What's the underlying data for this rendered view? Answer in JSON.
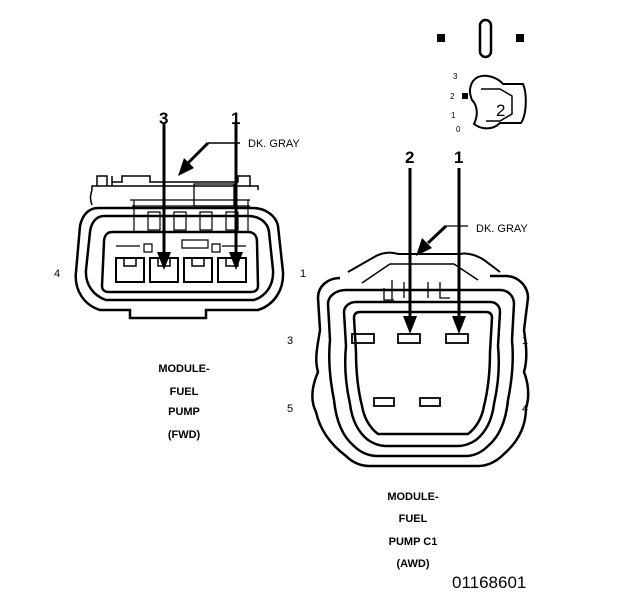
{
  "fwd_connector": {
    "color_label": "DK. GRAY",
    "arrow_labels": [
      "3",
      "1"
    ],
    "side_labels": [
      "4",
      "1"
    ],
    "caption": [
      "MODULE-",
      "FUEL",
      "PUMP",
      "(FWD)"
    ]
  },
  "awd_connector": {
    "color_label": "DK. GRAY",
    "arrow_labels": [
      "2",
      "1"
    ],
    "side_labels": [
      "3",
      "1",
      "5",
      "4"
    ],
    "caption": [
      "MODULE-",
      "FUEL",
      "PUMP C1",
      "(AWD)"
    ]
  },
  "position_indicator": {
    "scale_labels": [
      "3",
      "2",
      "1",
      "0"
    ],
    "value": "2"
  },
  "figure_id": "01168601"
}
